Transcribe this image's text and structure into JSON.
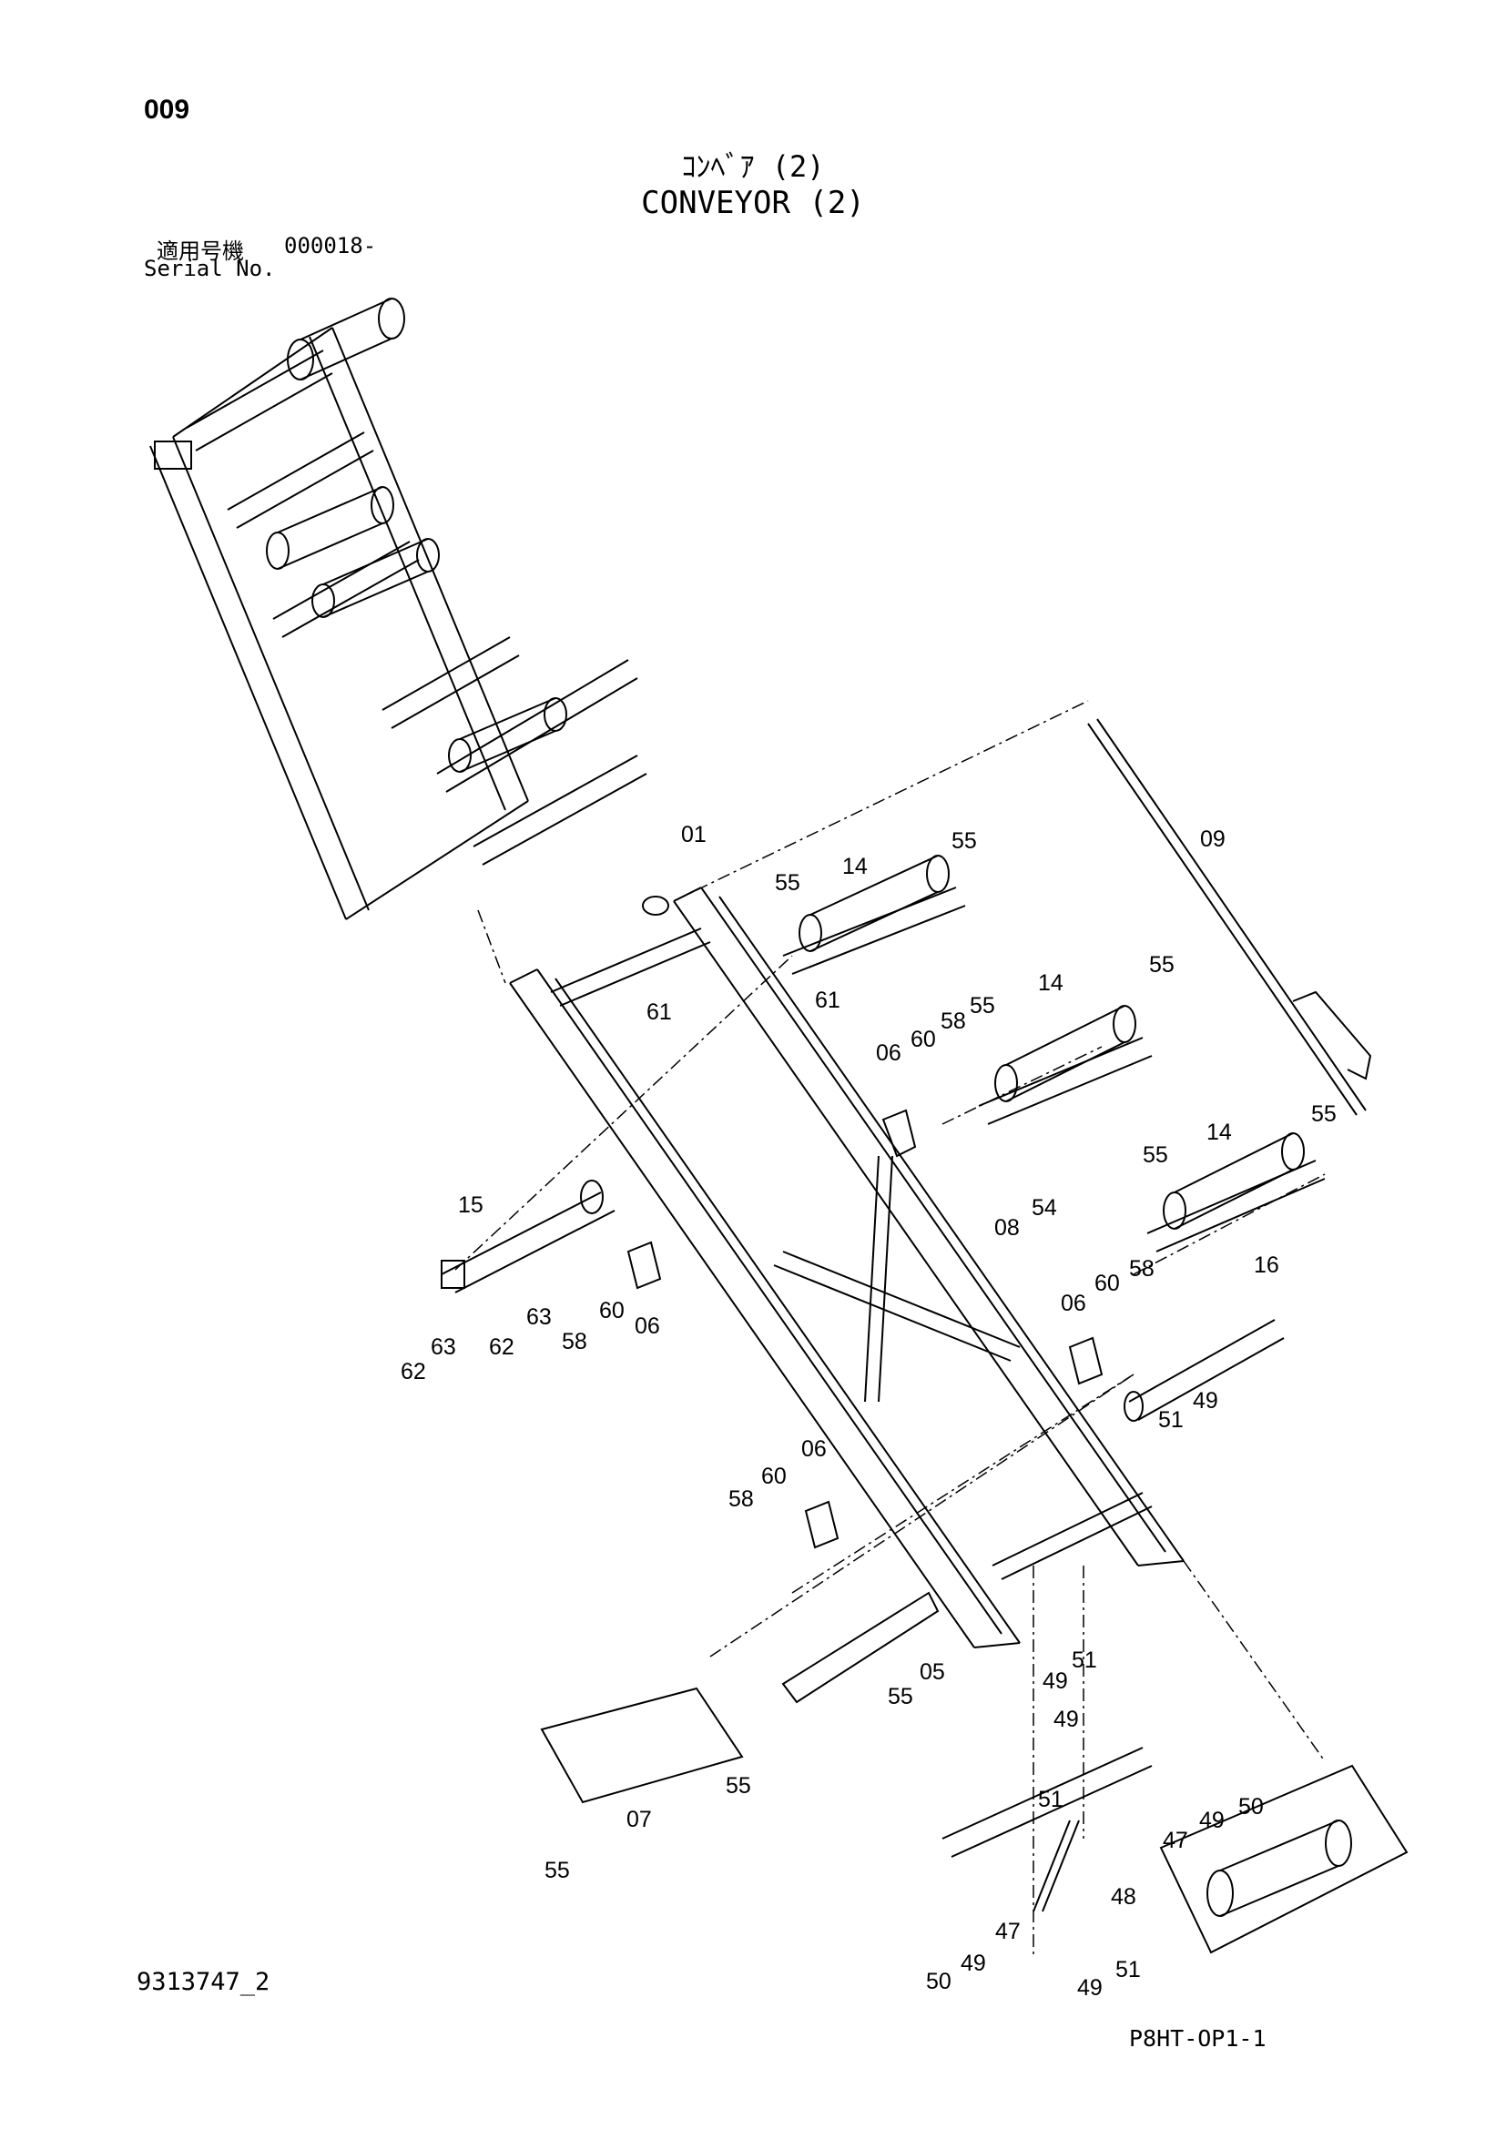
{
  "header": {
    "page_number": "009",
    "title_ja": "ｺﾝﾍﾞｱ (2)",
    "title_en": "CONVEYOR (2)",
    "serial_label_ja": "適用号機",
    "serial_value": "000018-",
    "serial_label_en": "Serial No."
  },
  "footer": {
    "drawing_number": "9313747_2",
    "page_code": "P8HT-OP1-1"
  },
  "callouts": [
    {
      "id": "c01",
      "label": "01"
    },
    {
      "id": "c09",
      "label": "09"
    },
    {
      "id": "c14a",
      "label": "14"
    },
    {
      "id": "c55a",
      "label": "55"
    },
    {
      "id": "c55b",
      "label": "55"
    },
    {
      "id": "c61a",
      "label": "61"
    },
    {
      "id": "c61b",
      "label": "61"
    },
    {
      "id": "c14b",
      "label": "14"
    },
    {
      "id": "c55c",
      "label": "55"
    },
    {
      "id": "c55d",
      "label": "55"
    },
    {
      "id": "c58a",
      "label": "58"
    },
    {
      "id": "c60a",
      "label": "60"
    },
    {
      "id": "c06a",
      "label": "06"
    },
    {
      "id": "c14c",
      "label": "14"
    },
    {
      "id": "c55e",
      "label": "55"
    },
    {
      "id": "c55f",
      "label": "55"
    },
    {
      "id": "c15",
      "label": "15"
    },
    {
      "id": "c08",
      "label": "08"
    },
    {
      "id": "c54",
      "label": "54"
    },
    {
      "id": "c16",
      "label": "16"
    },
    {
      "id": "c60b",
      "label": "60"
    },
    {
      "id": "c58b",
      "label": "58"
    },
    {
      "id": "c06b",
      "label": "06"
    },
    {
      "id": "c63a",
      "label": "63"
    },
    {
      "id": "c62a",
      "label": "62"
    },
    {
      "id": "c63b",
      "label": "63"
    },
    {
      "id": "c62b",
      "label": "62"
    },
    {
      "id": "c58c",
      "label": "58"
    },
    {
      "id": "c60c",
      "label": "60"
    },
    {
      "id": "c06c",
      "label": "06"
    },
    {
      "id": "c49a",
      "label": "49"
    },
    {
      "id": "c51a",
      "label": "51"
    },
    {
      "id": "c06d",
      "label": "06"
    },
    {
      "id": "c60d",
      "label": "60"
    },
    {
      "id": "c58d",
      "label": "58"
    },
    {
      "id": "c49b",
      "label": "49"
    },
    {
      "id": "c51b",
      "label": "51"
    },
    {
      "id": "c55g",
      "label": "55"
    },
    {
      "id": "c05",
      "label": "05"
    },
    {
      "id": "c49c",
      "label": "49"
    },
    {
      "id": "c51c",
      "label": "51"
    },
    {
      "id": "c55h",
      "label": "55"
    },
    {
      "id": "c07",
      "label": "07"
    },
    {
      "id": "c49d",
      "label": "49"
    },
    {
      "id": "c50a",
      "label": "50"
    },
    {
      "id": "c47a",
      "label": "47"
    },
    {
      "id": "c48",
      "label": "48"
    },
    {
      "id": "c55i",
      "label": "55"
    },
    {
      "id": "c47b",
      "label": "47"
    },
    {
      "id": "c49e",
      "label": "49"
    },
    {
      "id": "c50b",
      "label": "50"
    },
    {
      "id": "c49f",
      "label": "49"
    },
    {
      "id": "c51d",
      "label": "51"
    }
  ]
}
